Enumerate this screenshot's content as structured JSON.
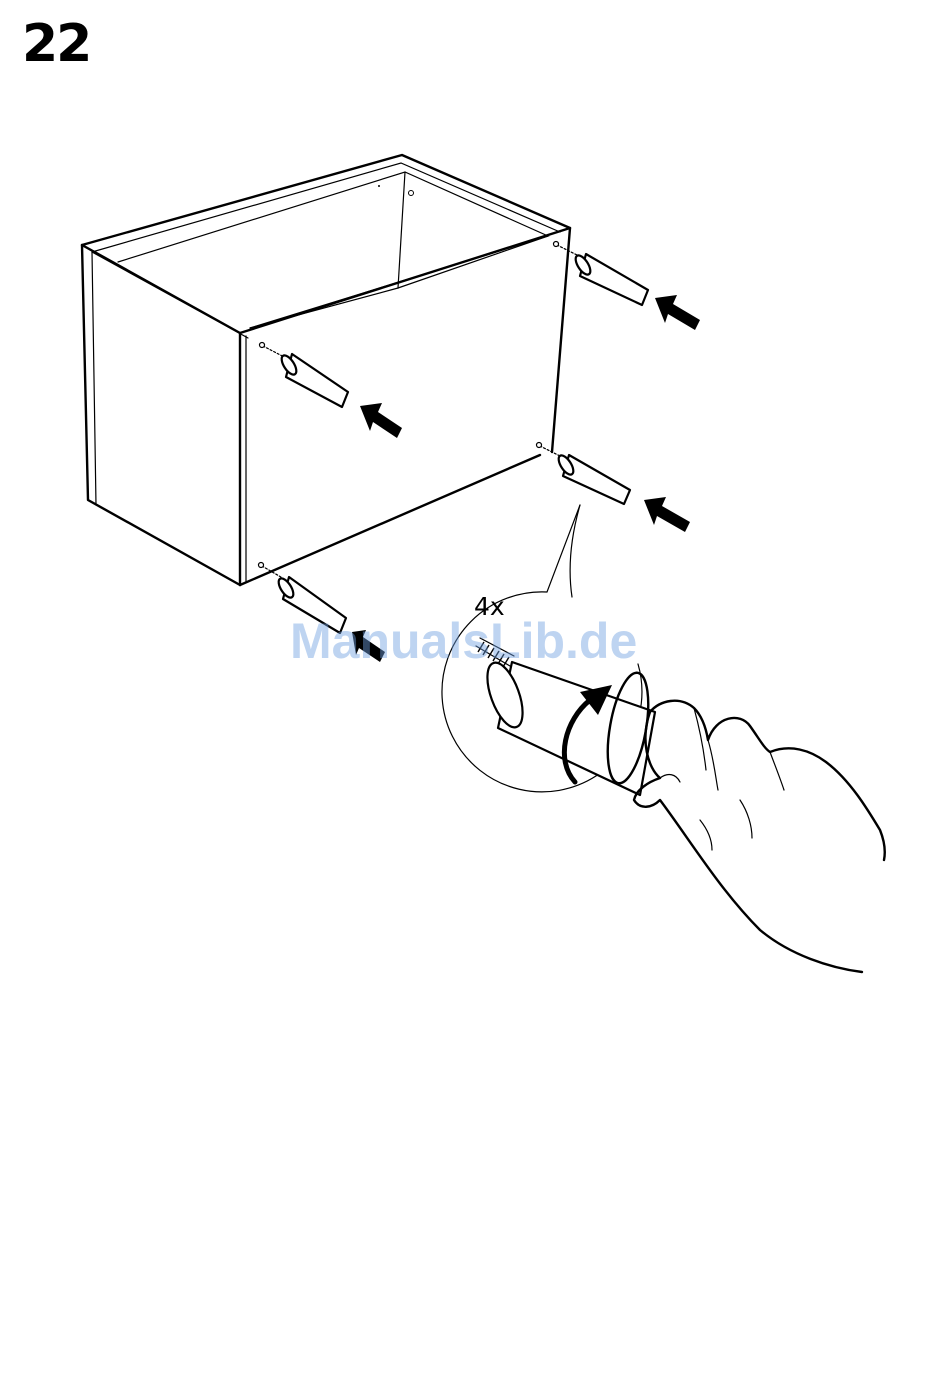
{
  "step": {
    "number": "22"
  },
  "callout": {
    "quantity": "4x"
  },
  "watermark": {
    "text": "ManualsLib.de",
    "color": "#6f9fe0"
  },
  "icons": [
    "cabinet-illustration",
    "leg-illustration",
    "push-arrow-icon",
    "rotate-arrow-icon",
    "hand-illustration"
  ]
}
